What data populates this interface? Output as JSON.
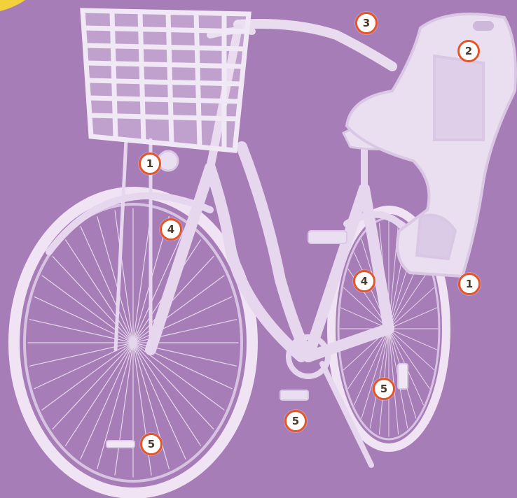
{
  "colors": {
    "background": "#a77db8",
    "badge_border": "#e4562a",
    "accent_corner": "#f2d13a"
  },
  "callouts": [
    {
      "number": "1",
      "meaning": ""
    },
    {
      "number": "2",
      "meaning": ""
    },
    {
      "number": "3",
      "meaning": ""
    },
    {
      "number": "4",
      "meaning": ""
    },
    {
      "number": "1",
      "meaning": ""
    },
    {
      "number": "4",
      "meaning": ""
    },
    {
      "number": "5",
      "meaning": ""
    },
    {
      "number": "5",
      "meaning": ""
    },
    {
      "number": "5",
      "meaning": ""
    }
  ]
}
